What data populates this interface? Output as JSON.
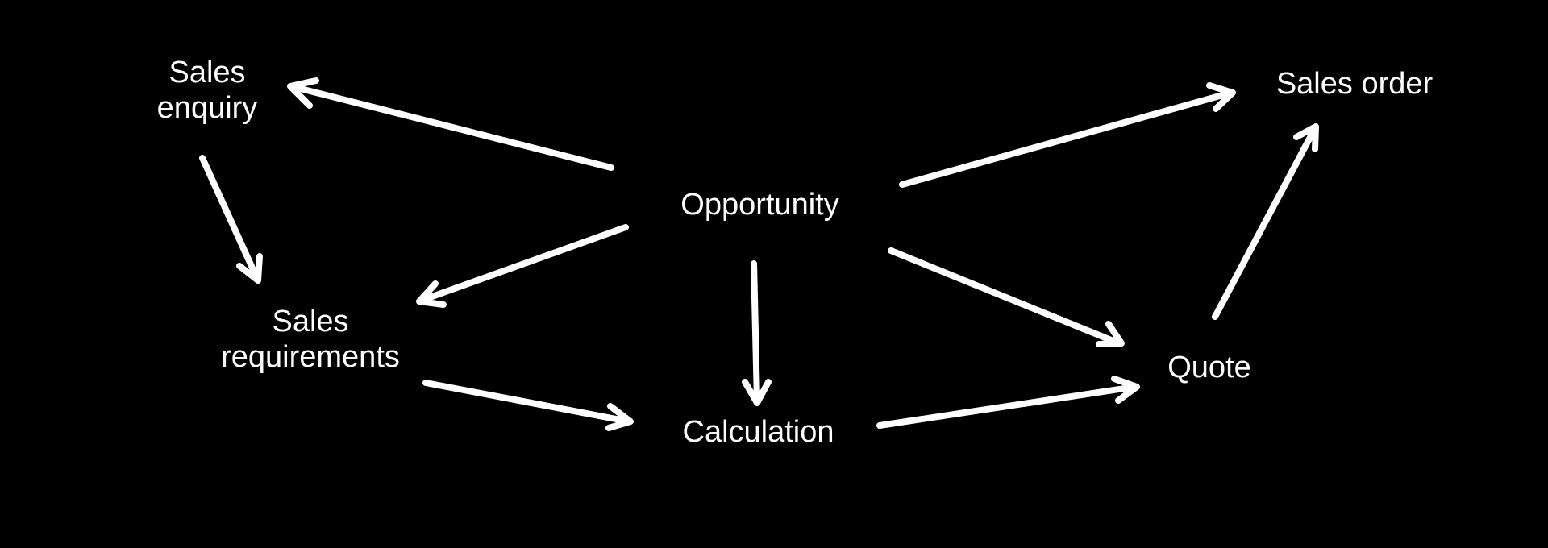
{
  "diagram": {
    "background": "#000000",
    "foreground": "#ffffff",
    "nodes": {
      "sales_enquiry": "Sales\nenquiry",
      "sales_requirements": "Sales\nrequirements",
      "opportunity": "Opportunity",
      "calculation": "Calculation",
      "quote": "Quote",
      "sales_order": "Sales order"
    },
    "edges": [
      {
        "from": "opportunity",
        "to": "sales_enquiry"
      },
      {
        "from": "opportunity",
        "to": "sales_requirements"
      },
      {
        "from": "opportunity",
        "to": "calculation"
      },
      {
        "from": "opportunity",
        "to": "quote"
      },
      {
        "from": "opportunity",
        "to": "sales_order"
      },
      {
        "from": "sales_enquiry",
        "to": "sales_requirements"
      },
      {
        "from": "sales_requirements",
        "to": "calculation"
      },
      {
        "from": "calculation",
        "to": "quote"
      },
      {
        "from": "quote",
        "to": "sales_order"
      }
    ]
  }
}
